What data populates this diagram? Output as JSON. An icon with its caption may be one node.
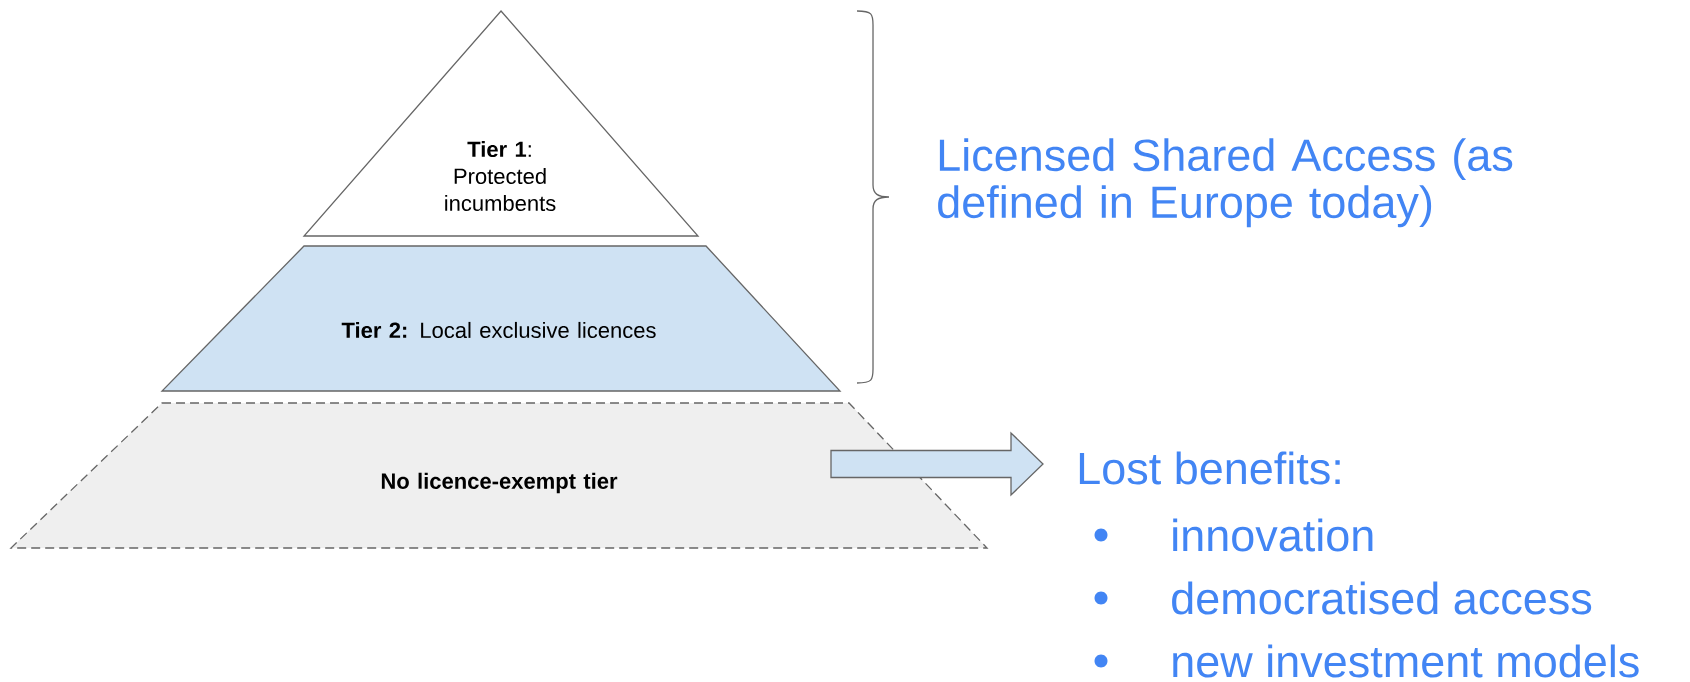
{
  "diagram": {
    "nodes": [
      {
        "text": [
          "**Tier 1**: Protected incumbents"
        ]
      },
      {
        "text": [
          "**Tier 2:** Local exclusive licences"
        ]
      },
      {
        "text": [
          "No licence-exempt tier"
        ]
      },
      {
        "text": [
          "Lost benefits:"
        ]
      }
    ],
    "edges": [
      {
        "from": 2,
        "to": 3,
        "arrow": "to"
      }
    ],
    "labels": [
      "Licensed Shared Access (as defined in Europe today)",
      "innovation",
      "democratised access",
      "new investment models"
    ]
  }
}
